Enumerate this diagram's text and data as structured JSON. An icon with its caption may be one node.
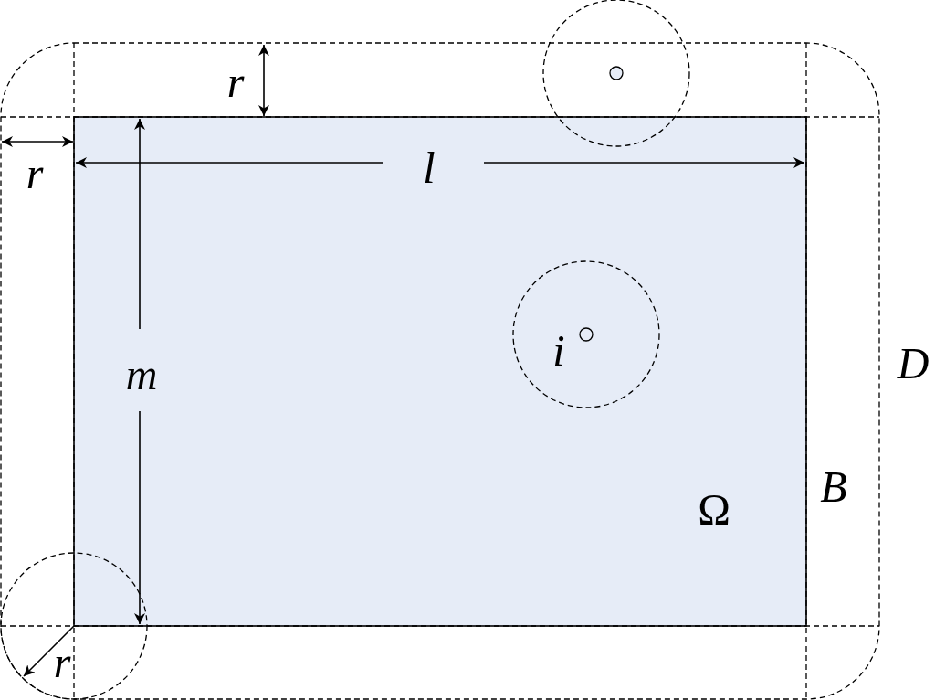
{
  "diagram": {
    "labels": [
      "r",
      "r",
      "l",
      "m",
      "i",
      "D",
      "B",
      "Ω",
      "r"
    ]
  }
}
